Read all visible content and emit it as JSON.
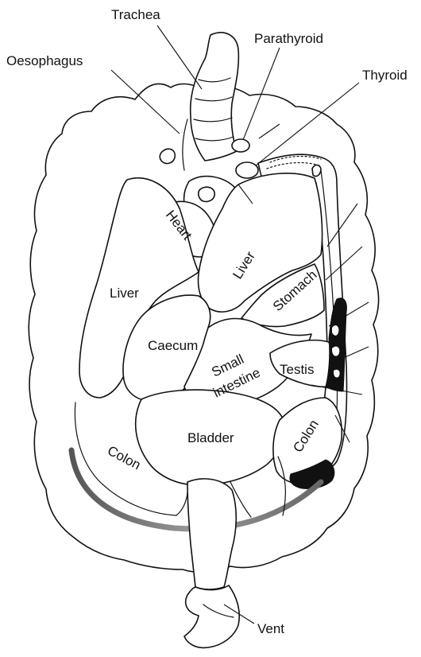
{
  "diagram": {
    "labels": {
      "trachea": "Trachea",
      "parathyroid": "Parathyroid",
      "oesophagus": "Oesophagus",
      "thyroid": "Thyroid",
      "heart": "Heart",
      "liver_left": "Liver",
      "liver_center": "Liver",
      "stomach": "Stomach",
      "caecum": "Caecum",
      "small_intestine_line1": "Small",
      "small_intestine_line2": "intestine",
      "testis": "Testis",
      "bladder": "Bladder",
      "colon_left": "Colon",
      "colon_right": "Colon",
      "vent": "Vent"
    },
    "colors": {
      "line": "#111111",
      "background": "#ffffff",
      "dark_fill": "#111111",
      "band_dark": "#555555",
      "band_light": "#9a9a9a"
    }
  }
}
